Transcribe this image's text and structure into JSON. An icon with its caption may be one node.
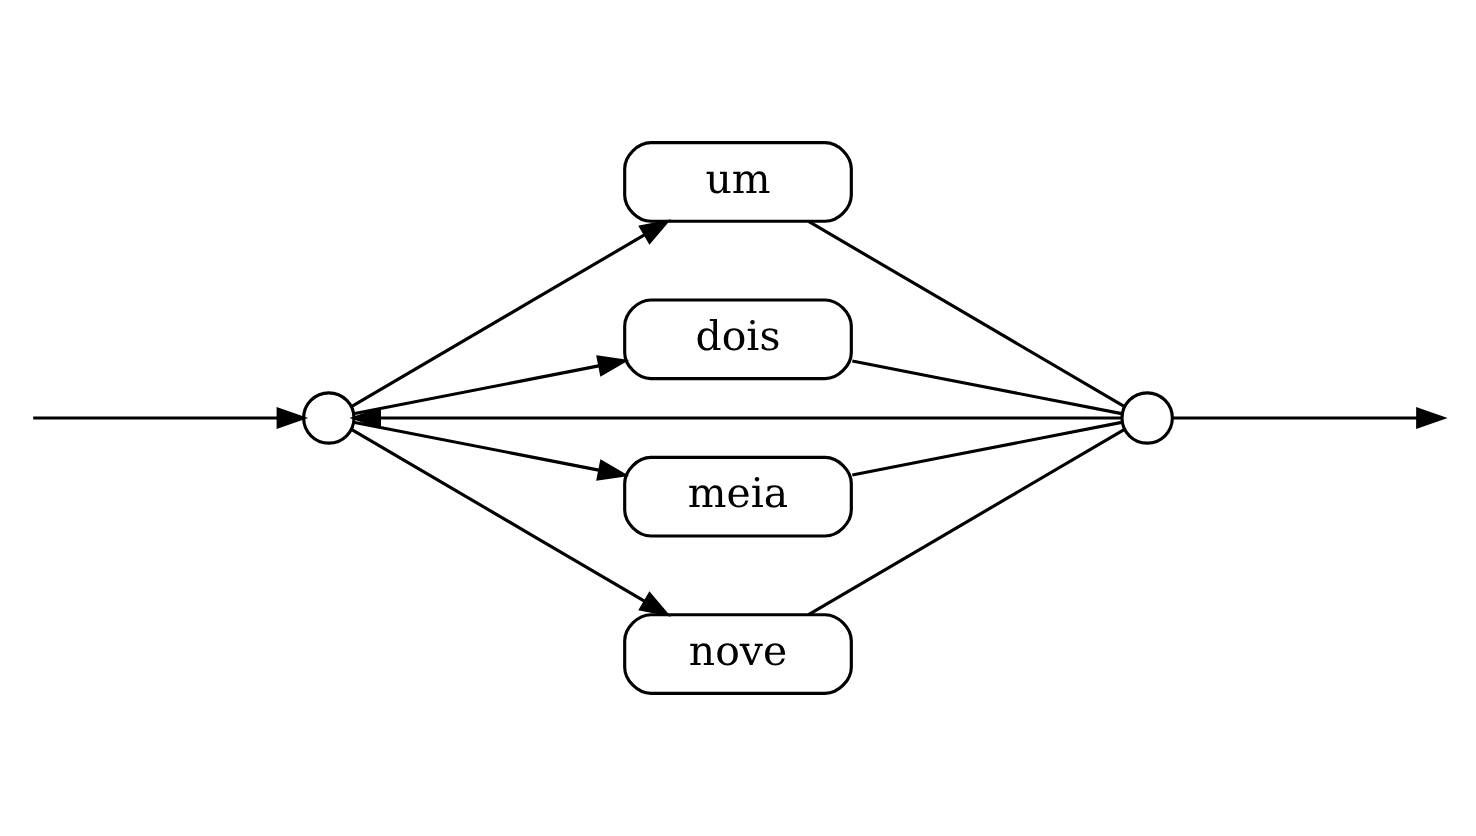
{
  "diagram": {
    "nodes": [
      {
        "text": [],
        "shape": "circle"
      },
      {
        "text": [
          "um"
        ]
      },
      {
        "text": [
          "dois"
        ]
      },
      {
        "text": [
          "meia"
        ]
      },
      {
        "text": [
          "nove"
        ]
      },
      {
        "text": [],
        "shape": "circle"
      }
    ],
    "edges": [
      {
        "from": null,
        "to": 0,
        "arrow": "to"
      },
      {
        "from": 0,
        "to": 1,
        "arrow": "to"
      },
      {
        "from": 0,
        "to": 2,
        "arrow": "to"
      },
      {
        "from": 0,
        "to": 3,
        "arrow": "to"
      },
      {
        "from": 0,
        "to": 4,
        "arrow": "to"
      },
      {
        "from": 1,
        "to": 5,
        "arrow": "none"
      },
      {
        "from": 2,
        "to": 5,
        "arrow": "none"
      },
      {
        "from": 3,
        "to": 5,
        "arrow": "none"
      },
      {
        "from": 4,
        "to": 5,
        "arrow": "none"
      },
      {
        "from": 5,
        "to": null,
        "arrow": "to"
      },
      {
        "from": 5,
        "to": 0,
        "arrow": "to"
      }
    ]
  }
}
